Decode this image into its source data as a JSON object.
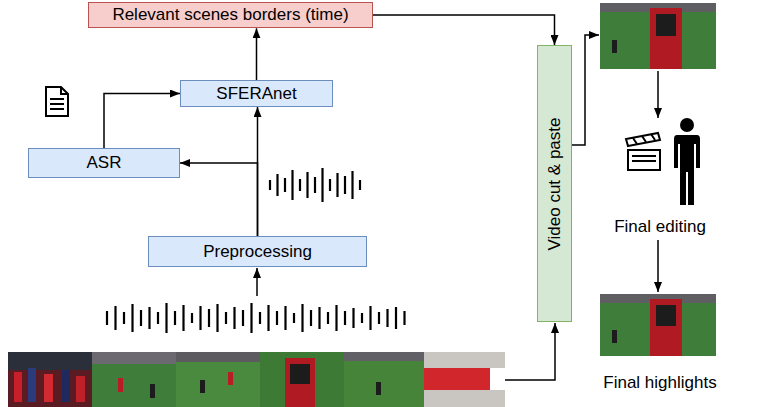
{
  "diagram": {
    "nodes": [
      {
        "text": [
          "Relevant scenes borders (time)"
        ]
      },
      {
        "text": [
          "SFERAnet"
        ]
      },
      {
        "text": [
          "ASR"
        ]
      },
      {
        "text": [
          "Preprocessing"
        ]
      },
      {
        "text": [
          "Video cut & paste"
        ]
      }
    ],
    "edges": [
      {
        "from": 3,
        "to": 1,
        "arrow": "to"
      },
      {
        "from": 3,
        "to": 2,
        "arrow": "to"
      },
      {
        "from": 2,
        "to": 1,
        "arrow": "to"
      },
      {
        "from": 1,
        "to": 0,
        "arrow": "to"
      },
      {
        "from": 0,
        "to": 4,
        "arrow": "to"
      }
    ],
    "labels": [
      "Final editing",
      "Final highlights"
    ]
  }
}
